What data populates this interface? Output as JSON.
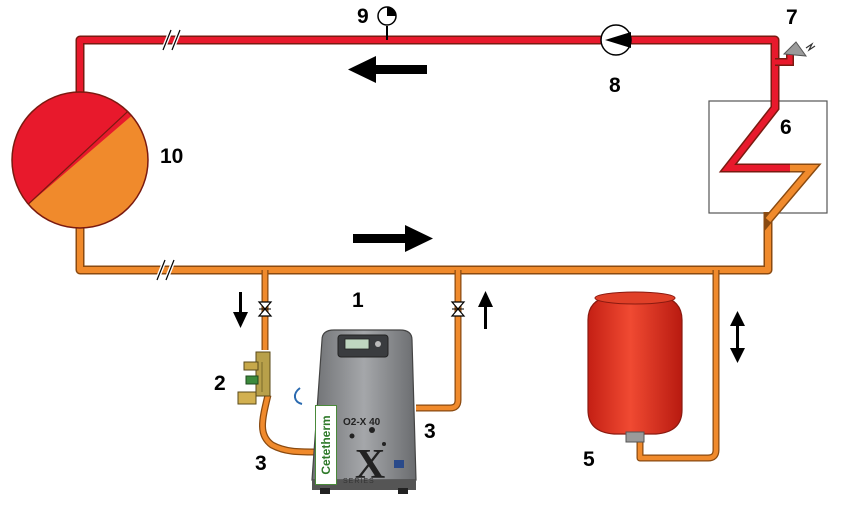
{
  "labels": {
    "unit": "1",
    "dosing": "2",
    "hose_left": "3",
    "hose_right": "3",
    "vessel": "5",
    "exchanger": "6",
    "valve": "7",
    "pump": "8",
    "gauge": "9",
    "boiler": "10"
  },
  "device": {
    "brand": "Cetetherm",
    "model": "O2-X 40",
    "series": "SERIES"
  },
  "colors": {
    "supply": "#e8192c",
    "return": "#f08a2c",
    "outline": "#8a4a10",
    "device_body": "#8f9194",
    "vessel": "#d9291c"
  }
}
